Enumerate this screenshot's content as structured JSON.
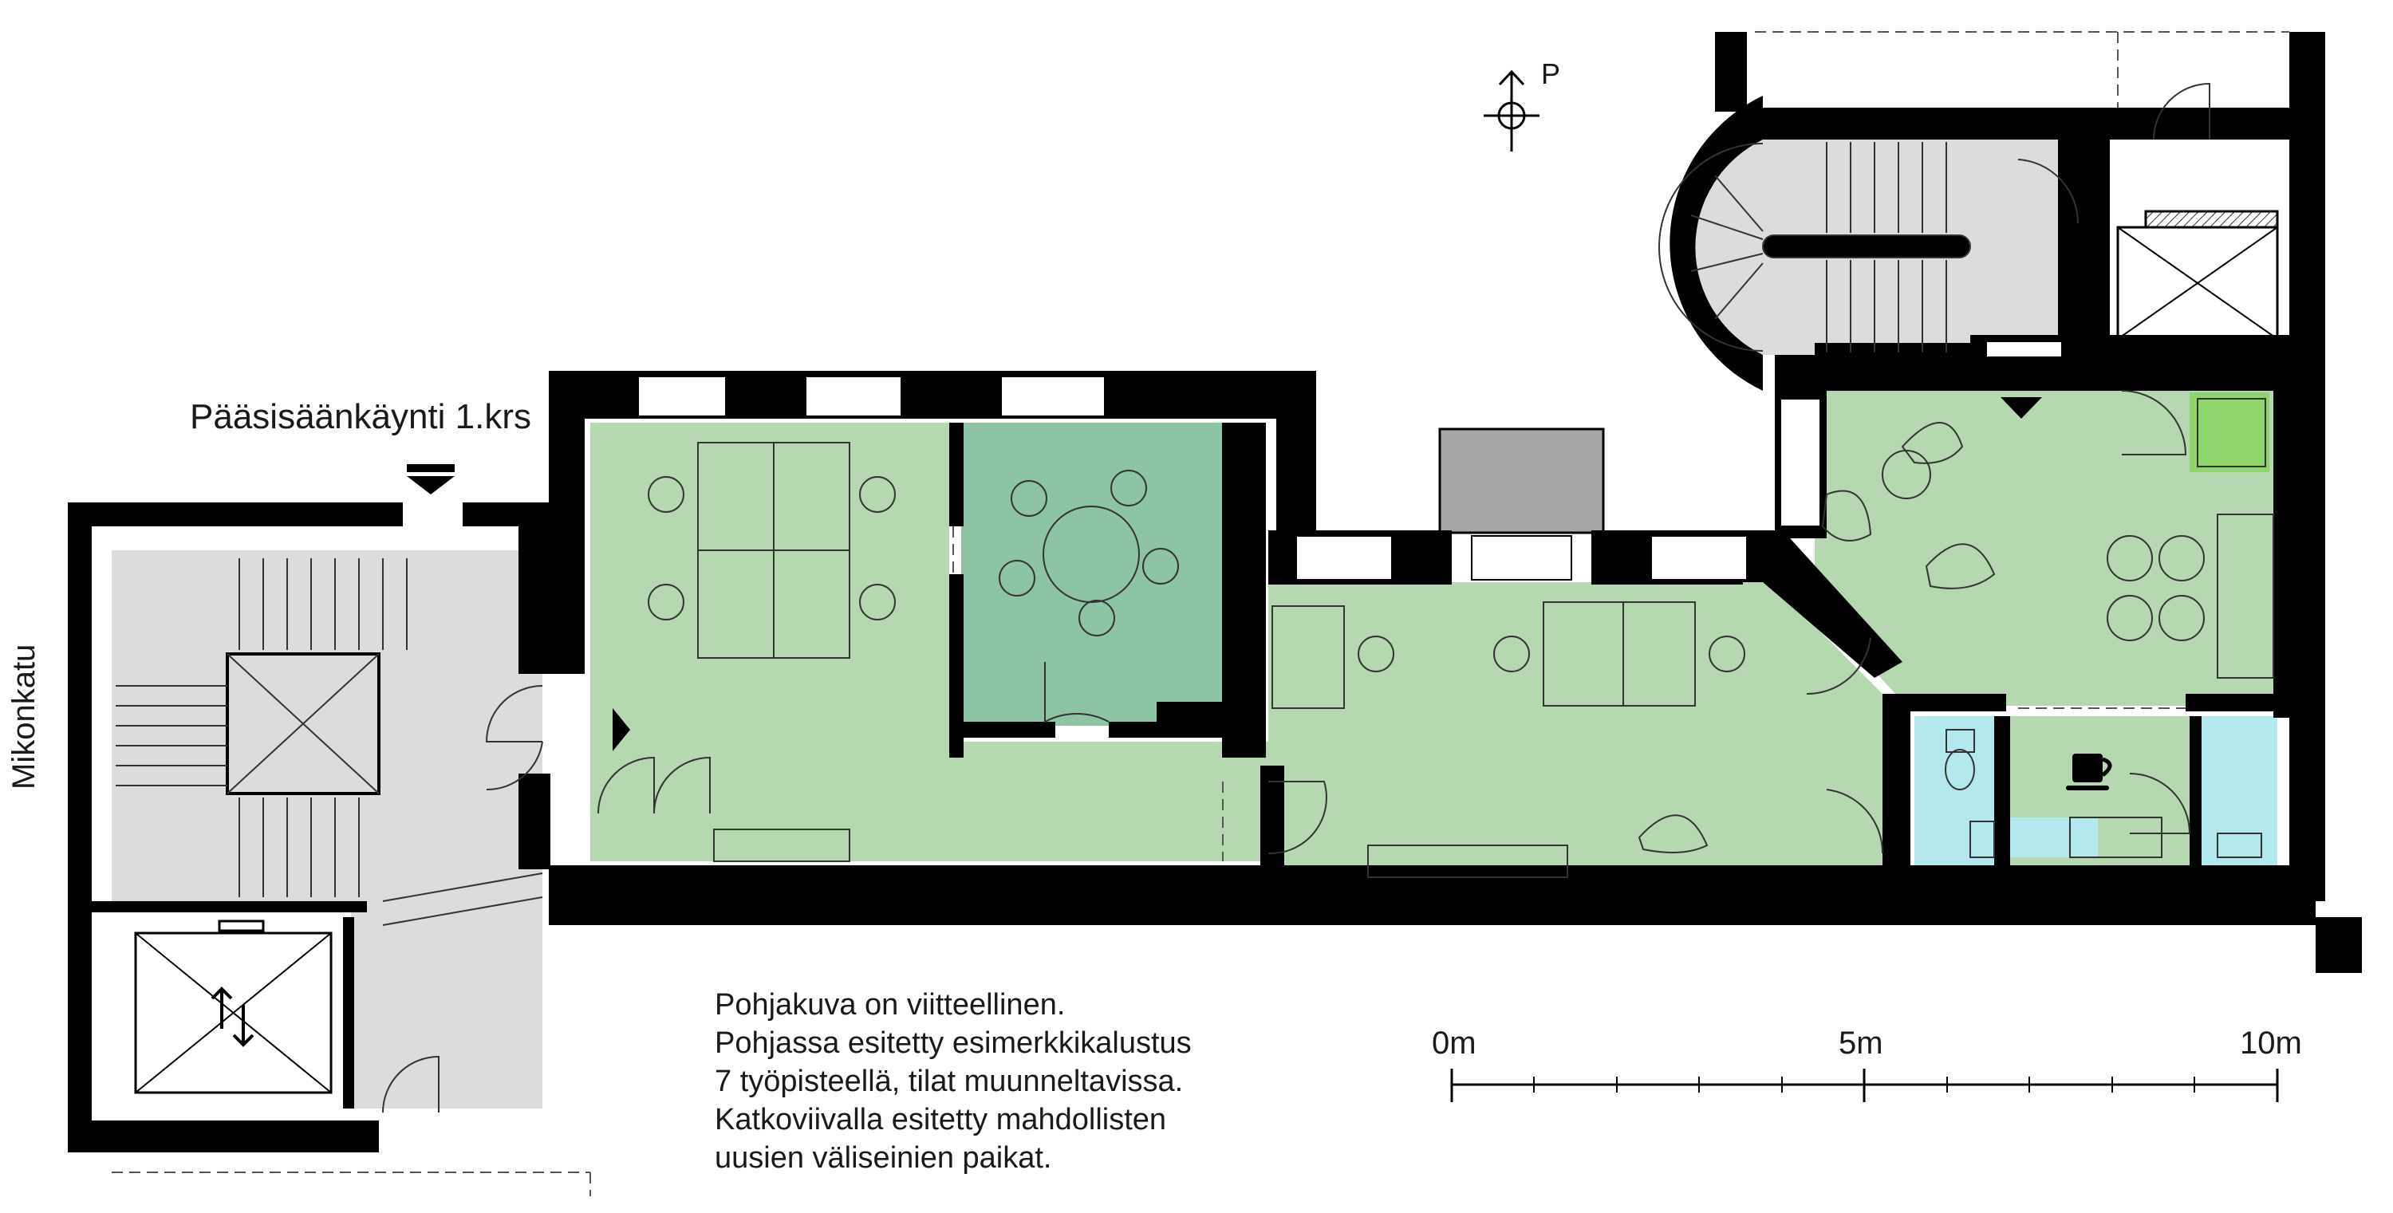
{
  "labels": {
    "entrance": "Pääsisäänkäynti 1.krs",
    "street": "Mikonkatu",
    "north": "P"
  },
  "note": [
    "Pohjakuva on viitteellinen.",
    "Pohjassa esitetty esimerkkikalustus",
    "7 työpisteellä, tilat muunneltavissa.",
    "Katkoviivalla esitetty mahdollisten",
    "uusien väliseinien paikat."
  ],
  "scale": {
    "ticks": [
      "0m",
      "5m",
      "10m"
    ]
  },
  "icons": {
    "north_arrow": "north-arrow-icon",
    "entrance": "entrance-arrow-icon",
    "coffee": "coffee-cup-icon",
    "elevator": "elevator-icon"
  },
  "colors": {
    "wall": "#000000",
    "office": "#b5d8b0",
    "meeting": "#8cc4a4",
    "wet": "#b2e8ee",
    "stair": "#dcdcde",
    "balcony": "#a6a6a6",
    "highlight": "#8fd46c"
  }
}
